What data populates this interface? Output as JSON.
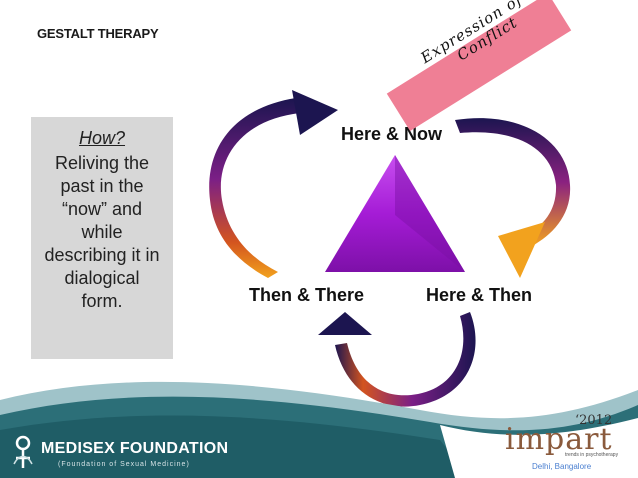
{
  "slide": {
    "title": "GESTALT THERAPY"
  },
  "how_box": {
    "question": "How?",
    "lines": [
      "Reliving the",
      "past in the",
      "“now” and",
      "while",
      "describing it in",
      "dialogical",
      "form."
    ]
  },
  "diagram": {
    "top": "Here & Now",
    "left": "Then & There",
    "right": "Here & Then",
    "stamp_lines": [
      "Expression of a",
      "Conflict"
    ],
    "colors": {
      "triangle": "#a51cd6",
      "arrow_dark": "#1c1550",
      "arrow_mid": "#7b1f86",
      "arrow_light": "#f2a21e",
      "stamp": "#ef7f95"
    }
  },
  "footer": {
    "foundation_name": "MEDISEX FOUNDATION",
    "foundation_sub": "(Foundation of Sexual Medicine)",
    "event_name": "impart",
    "event_year": "‘2012",
    "event_tagline": "trends in psychotherapy",
    "event_city": "Delhi, Bangalore",
    "teal": "#2c6f78"
  }
}
